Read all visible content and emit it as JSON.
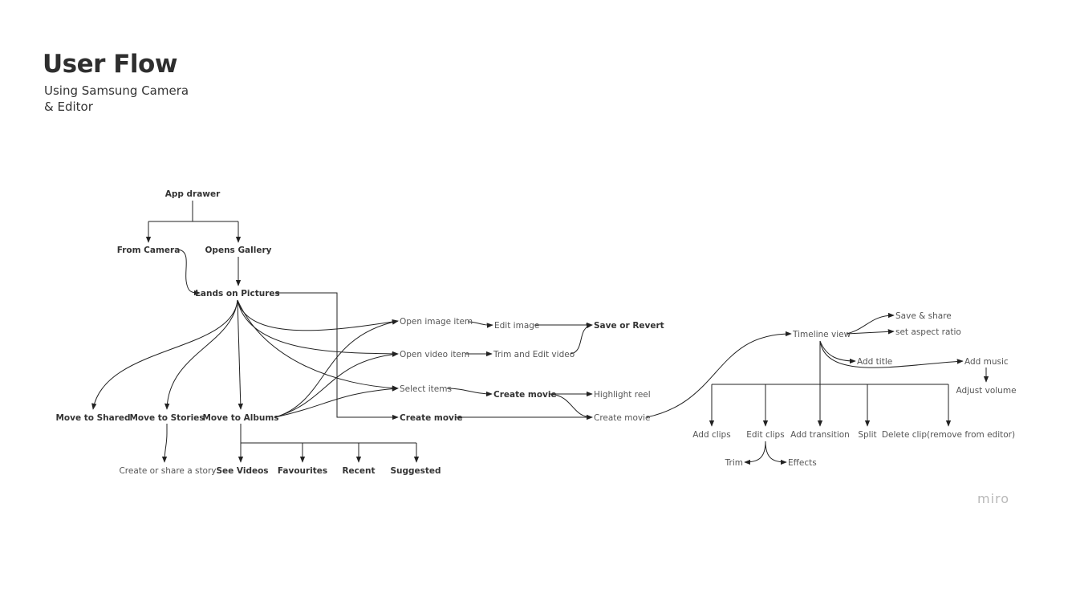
{
  "header": {
    "title": "User Flow",
    "subtitle_line1": "Using Samsung Camera",
    "subtitle_line2": "& Editor"
  },
  "brand": "miro",
  "nodes": {
    "app_drawer": "App drawer",
    "from_camera": "From Camera",
    "opens_gallery": "Opens Gallery",
    "lands_on_pictures": "Lands on Pictures",
    "move_to_shared": "Move to Shared",
    "move_to_stories": "Move to Stories",
    "move_to_albums": "Move to Albums",
    "create_or_share_story": "Create or share a story",
    "see_videos": "See Videos",
    "favourites": "Favourites",
    "recent": "Recent",
    "suggested": "Suggested",
    "open_image_item": "Open image item",
    "open_video_item": "Open video item",
    "select_items": "Select items",
    "create_movie_main": "Create movie",
    "edit_image": "Edit image",
    "trim_and_edit_video": "Trim and Edit video",
    "save_or_revert": "Save or Revert",
    "create_movie_from_select": "Create movie",
    "highlight_reel": "Highlight reel",
    "create_movie_end": "Create movie",
    "timeline_view": "Timeline view",
    "save_share": "Save & share",
    "set_aspect_ratio": "set aspect ratio",
    "add_title": "Add title",
    "add_music": "Add music",
    "adjust_volume": "Adjust volume",
    "add_clips": "Add clips",
    "edit_clips": "Edit clips",
    "add_transition": "Add transition",
    "split": "Split",
    "delete_clip": "Delete clip(remove from editor)",
    "trim": "Trim",
    "effects": "Effects"
  }
}
